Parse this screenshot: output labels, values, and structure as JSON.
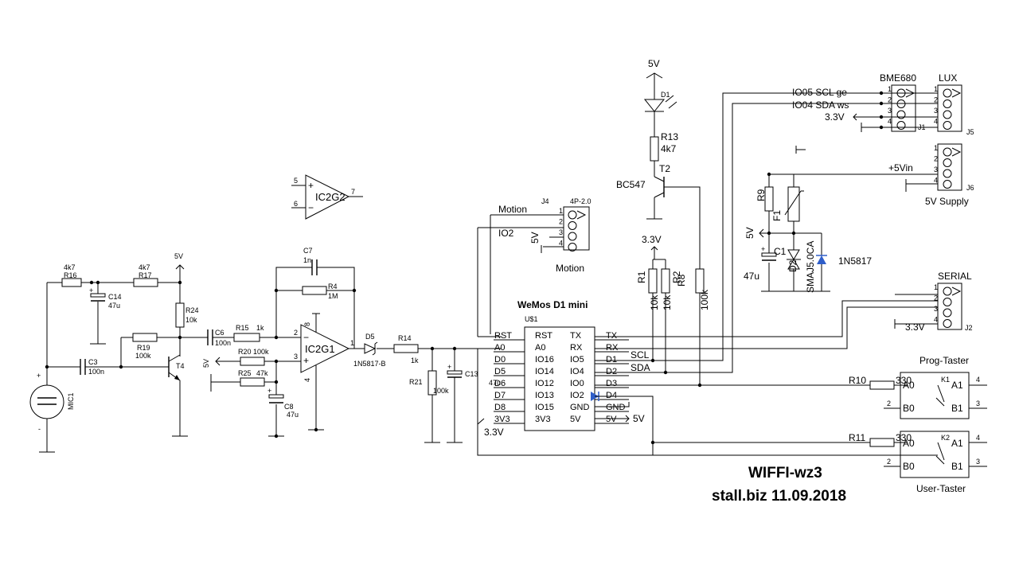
{
  "title": {
    "name": "WIFFI-wz3",
    "author_date": "stall.biz  11.09.2018"
  },
  "mcu": {
    "name": "WeMos D1 mini",
    "ref": "U$1",
    "left_outer": [
      "RST",
      "A0",
      "D0",
      "D5",
      "D6",
      "D7",
      "D8",
      "3V3"
    ],
    "left_inner": [
      "RST",
      "A0",
      "IO16",
      "IO14",
      "IO12",
      "IO13",
      "IO15",
      "3V3"
    ],
    "right_inner": [
      "TX",
      "RX",
      "IO5",
      "IO4",
      "IO0",
      "IO2",
      "GND",
      "5V"
    ],
    "right_outer": [
      "TX",
      "RX",
      "D1",
      "D2",
      "D3",
      "D4",
      "GND",
      "5V"
    ],
    "d6_note": "47u"
  },
  "connectors": {
    "bme680": {
      "name": "BME680",
      "ref": "J1",
      "pins": [
        "1",
        "2",
        "3",
        "4"
      ]
    },
    "lux": {
      "name": "LUX",
      "ref": "J5",
      "pins": [
        "1",
        "2",
        "3",
        "4"
      ]
    },
    "supply": {
      "name": "5V Supply",
      "ref": "J6",
      "pins": [
        "1",
        "2",
        "3",
        "4"
      ]
    },
    "serial": {
      "name": "SERIAL",
      "ref": "J2",
      "pins": [
        "1",
        "2",
        "3",
        "4"
      ]
    },
    "motion": {
      "name": "Motion",
      "ref": "J4",
      "part": "4P-2.0",
      "pins": [
        "1",
        "2",
        "3",
        "4"
      ]
    }
  },
  "nets": {
    "sda_scl_1": "IO05 SCL ge",
    "sda_scl_2": "IO04 SDA ws",
    "v33": "3.3V",
    "v5": "5V",
    "vin": "+5Vin",
    "scl": "SCL",
    "sda": "SDA",
    "motion": "Motion",
    "io2": "IO2"
  },
  "parts": {
    "r16": {
      "ref": "R16",
      "val": "4k7"
    },
    "r17": {
      "ref": "R17",
      "val": "4k7"
    },
    "c14": {
      "ref": "C14",
      "val": "47u"
    },
    "r24": {
      "ref": "R24",
      "val": "10k"
    },
    "r19": {
      "ref": "R19",
      "val": "100k"
    },
    "c3": {
      "ref": "C3",
      "val": "100n"
    },
    "t4": {
      "ref": "T4"
    },
    "mic1": {
      "ref": "MIC1"
    },
    "c6": {
      "ref": "C6",
      "val": "100n"
    },
    "r15": {
      "ref": "R15",
      "val": "1k"
    },
    "r20": {
      "ref": "R20 100k"
    },
    "r25": {
      "ref": "R25",
      "val": "47k"
    },
    "c8": {
      "ref": "C8",
      "val": "47u"
    },
    "c7": {
      "ref": "C7",
      "val": "1n"
    },
    "r4": {
      "ref": "R4",
      "val": "1M"
    },
    "ic2g1": {
      "ref": "IC2G1"
    },
    "ic2g2": {
      "ref": "IC2G2"
    },
    "d5": {
      "ref": "D5",
      "val": "1N5817-B"
    },
    "r14": {
      "ref": "R14",
      "val": "1k"
    },
    "r21": {
      "ref": "R21",
      "val": "100k"
    },
    "c13": {
      "ref": "C13"
    },
    "d1": {
      "ref": "D1"
    },
    "r13": {
      "ref": "R13",
      "val": "4k7"
    },
    "t2": {
      "ref": "T2",
      "val": "BC547"
    },
    "r1": {
      "ref": "R1",
      "val": "10k"
    },
    "r2": {
      "ref": "R2",
      "val": "10k"
    },
    "r8": {
      "ref": "R8",
      "val": "100k"
    },
    "r9": {
      "ref": "R9"
    },
    "f1": {
      "ref": "F1"
    },
    "c1": {
      "ref": "C1",
      "val": "47u"
    },
    "d2": {
      "ref": "D2",
      "val": "SMAJ5.0CA"
    },
    "d_sch": {
      "val": "1N5817"
    },
    "r10": {
      "ref": "R10",
      "val": "330"
    },
    "r11": {
      "ref": "R11",
      "val": "330"
    },
    "k1": {
      "ref": "K1",
      "name": "Prog-Taster"
    },
    "k2": {
      "ref": "K2",
      "name": "User-Taster"
    }
  },
  "pin_nums": {
    "op_minus": "2",
    "op_plus": "3",
    "op_out": "1",
    "op_vcc": "8",
    "op_gnd": "4",
    "g2_plus": "5",
    "g2_minus": "6",
    "g2_out": "7",
    "sw_a": "4",
    "sw_b": "3",
    "sw_c": "2"
  },
  "switch_pins": {
    "a0": "A0",
    "a1": "A1",
    "b0": "B0",
    "b1": "B1"
  }
}
